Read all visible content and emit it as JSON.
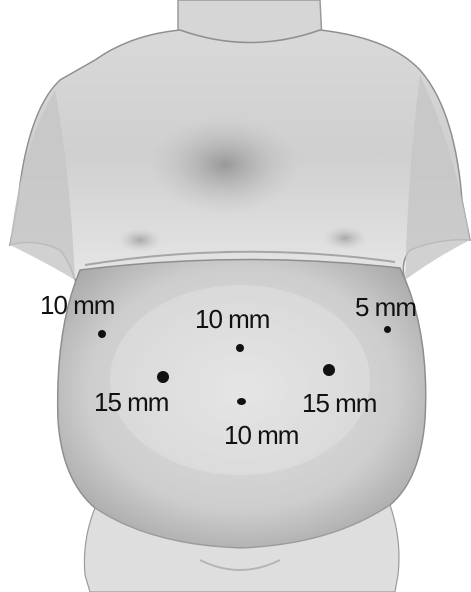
{
  "ports": [
    {
      "id": "left-upper",
      "label": "10 mm"
    },
    {
      "id": "center-upper",
      "label": "10 mm"
    },
    {
      "id": "right-upper",
      "label": "5 mm"
    },
    {
      "id": "left-lower",
      "label": "15 mm"
    },
    {
      "id": "right-lower",
      "label": "15 mm"
    },
    {
      "id": "umbilical",
      "label": "10 mm"
    }
  ]
}
